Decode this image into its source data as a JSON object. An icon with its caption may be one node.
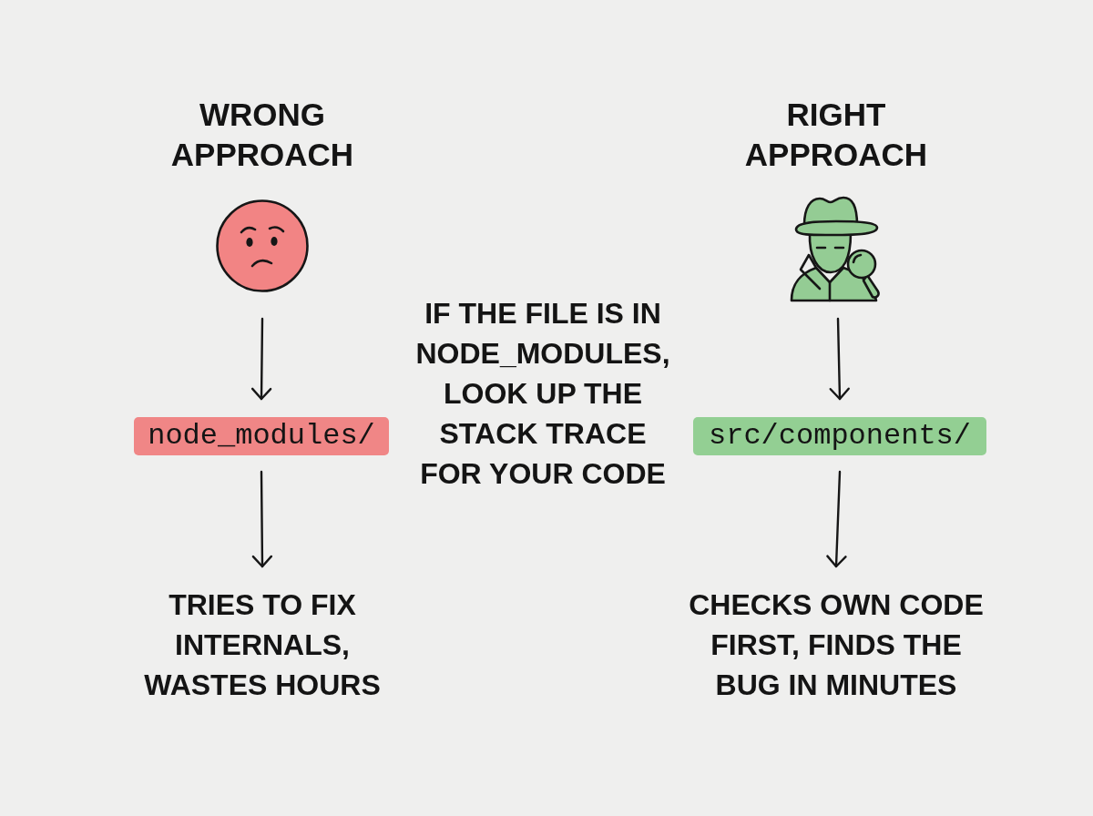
{
  "diagram": {
    "nodes": [
      {
        "text": [],
        "shape": "picture"
      },
      {
        "text": [
          "node_modules/"
        ]
      },
      {
        "text": [
          "TRIES TO FIX INTERNALS, WASTES HOURS"
        ]
      },
      {
        "text": [],
        "shape": "picture"
      },
      {
        "text": [
          "src/components/"
        ]
      },
      {
        "text": [
          "CHECKS OWN CODE FIRST, FINDS THE BUG IN MINUTES"
        ]
      }
    ],
    "edges": [
      {
        "from": 0,
        "to": 1,
        "arrow": "to"
      },
      {
        "from": 1,
        "to": 2,
        "arrow": "to"
      },
      {
        "from": 3,
        "to": 4,
        "arrow": "to"
      },
      {
        "from": 4,
        "to": 5,
        "arrow": "to"
      }
    ],
    "labels": [
      "WRONG APPROACH",
      "RIGHT APPROACH",
      "IF THE FILE IS IN NODE_MODULES, LOOK UP THE STACK TRACE FOR YOUR CODE"
    ]
  }
}
